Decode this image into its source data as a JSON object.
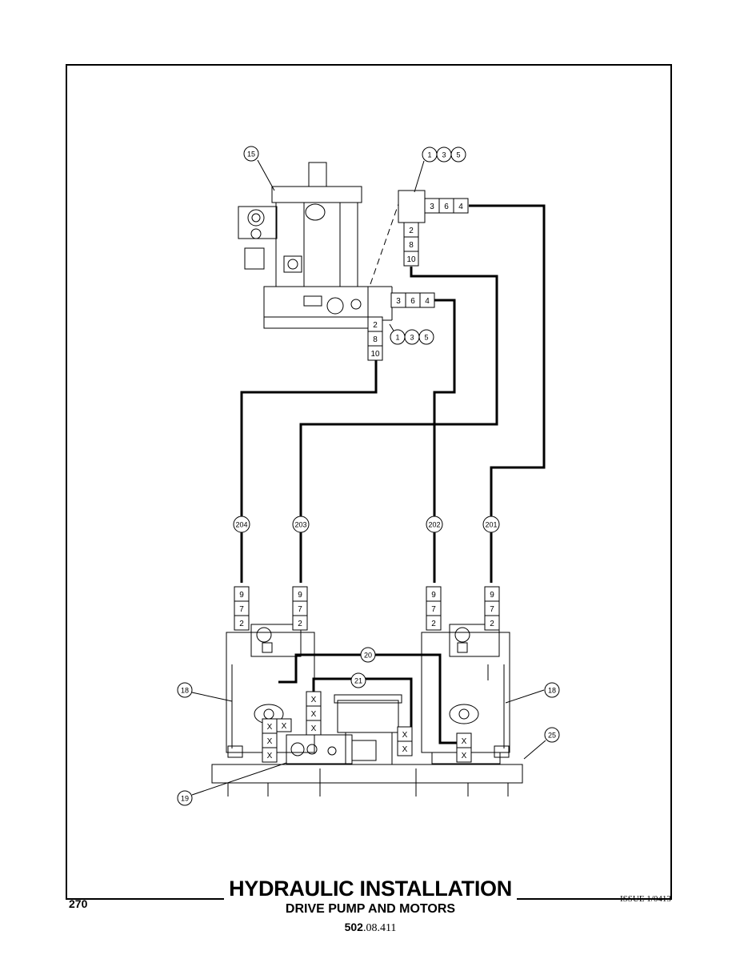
{
  "footer": {
    "title": "HYDRAULIC INSTALLATION",
    "subtitle": "DRIVE PUMP AND MOTORS",
    "doc_number_bold": "502",
    "doc_number_rest": ".08.411",
    "page_number": "270",
    "issue": "ISSUE 1/0413"
  },
  "callouts": {
    "pump": "15",
    "left_motor": "18",
    "right_motor": "18",
    "valve": "19",
    "hose_20": "20",
    "hose_21": "21",
    "frame": "25",
    "fittings_a": [
      "1",
      "3",
      "5"
    ],
    "fittings_b": [
      "1",
      "3",
      "5"
    ]
  },
  "hoses": {
    "h204": "204",
    "h203": "203",
    "h202": "202",
    "h201": "201"
  },
  "tags": {
    "pump_top_row": [
      "3",
      "6",
      "4"
    ],
    "pump_top_col": [
      "2",
      "8",
      "10"
    ],
    "pump_bottom_row": [
      "3",
      "6",
      "4"
    ],
    "pump_bottom_col": [
      "2",
      "8",
      "10"
    ],
    "motor_stack": [
      "9",
      "7",
      "2"
    ],
    "x_mark": "X"
  }
}
